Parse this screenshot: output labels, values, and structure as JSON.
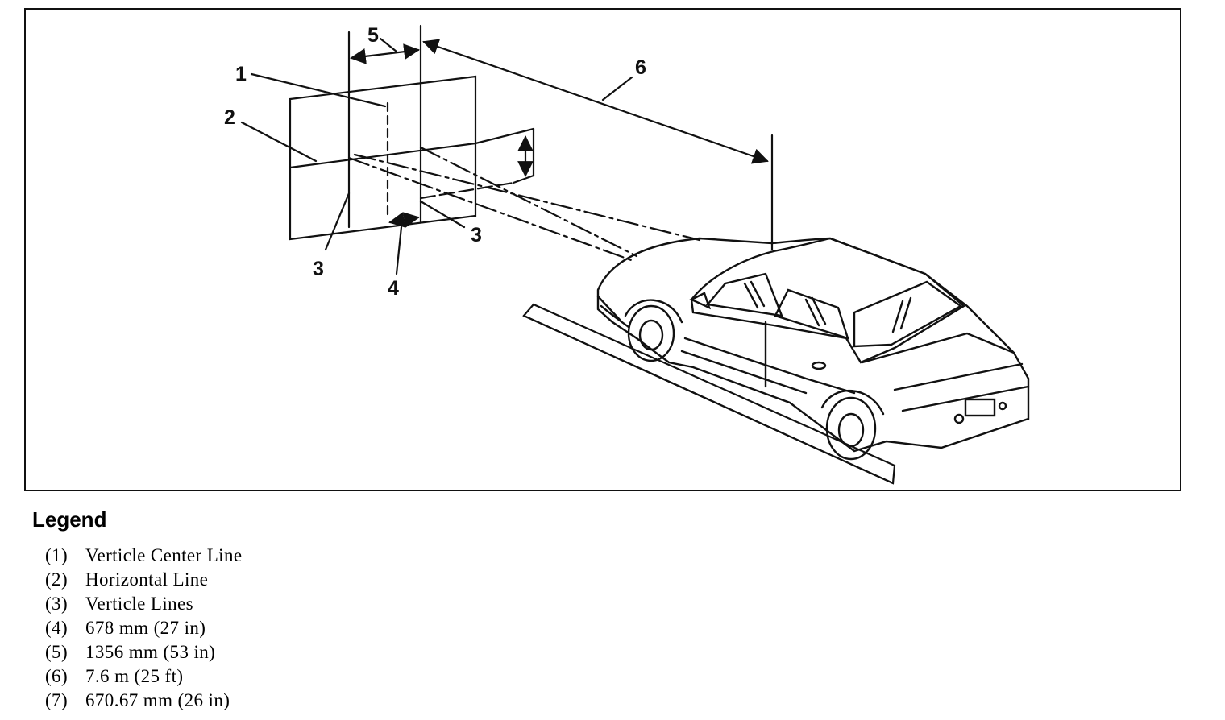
{
  "diagram": {
    "callouts": {
      "c1": "1",
      "c2": "2",
      "c3a": "3",
      "c3b": "3",
      "c4": "4",
      "c5": "5",
      "c6": "6"
    }
  },
  "legend": {
    "title": "Legend",
    "items": [
      {
        "num": "(1)",
        "text": "Verticle Center Line"
      },
      {
        "num": "(2)",
        "text": "Horizontal Line"
      },
      {
        "num": "(3)",
        "text": "Verticle Lines"
      },
      {
        "num": "(4)",
        "text": "678 mm (27 in)"
      },
      {
        "num": "(5)",
        "text": "1356 mm (53 in)"
      },
      {
        "num": "(6)",
        "text": "7.6 m (25 ft)"
      },
      {
        "num": "(7)",
        "text": "670.67 mm (26 in)"
      }
    ]
  }
}
